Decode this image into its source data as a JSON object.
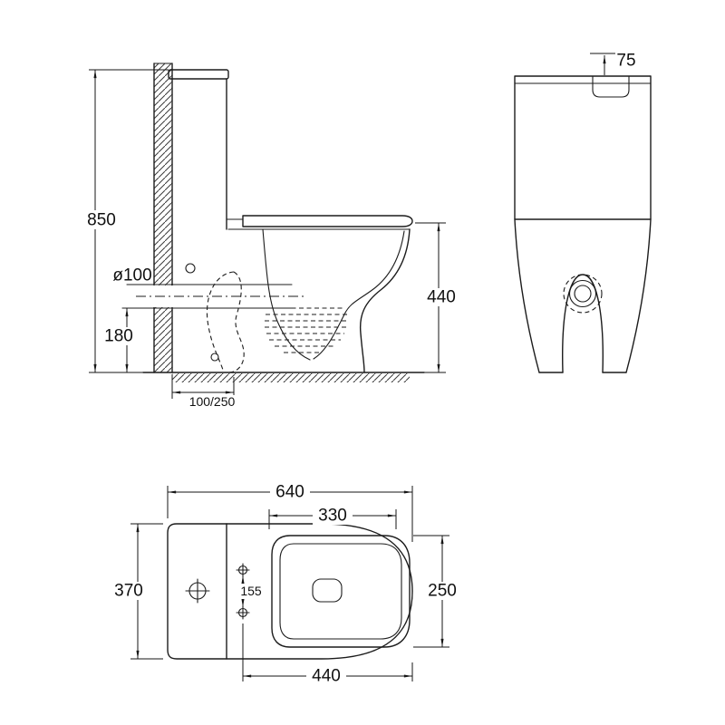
{
  "drawing": {
    "side_view": {
      "overall_height": "850",
      "drain_diameter": "ø100",
      "drain_height": "180",
      "seat_height": "440",
      "outlet_setout": "100/250"
    },
    "front_view": {
      "top_clearance": "75"
    },
    "top_view": {
      "overall_length": "640",
      "seat_length": "330",
      "overall_width": "370",
      "bolt_spacing": "155",
      "seat_width": "250",
      "front_length": "440"
    }
  }
}
